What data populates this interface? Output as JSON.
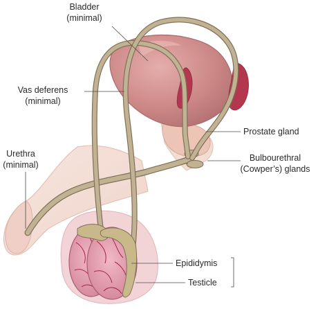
{
  "labels": {
    "bladder": [
      "Bladder",
      "(minimal)"
    ],
    "vas_deferens": [
      "Vas deferens",
      "(minimal)"
    ],
    "urethra": [
      "Urethra",
      "(minimal)"
    ],
    "prostate_gland": [
      "Prostate gland"
    ],
    "bulbourethral": [
      "Bulbourethral",
      "(Cowper’s) glands"
    ],
    "epididymis": [
      "Epididymis"
    ],
    "testicle": [
      "Testicle"
    ]
  },
  "colors": {
    "skin": "#f3ddd5",
    "skin_outline": "#e2c2b5",
    "bladder": "#c98384",
    "bladder_highlight": "#e6aaa9",
    "seminal_vesicle": "#b3384f",
    "prostate": "#ebc3b5",
    "duct": "#c2b294",
    "duct_outline": "#7f7058",
    "scrotum": "#f0ccd0",
    "testis": "#d98ea0",
    "testis_vessel": "#a5243b",
    "epididymis": "#c9b98a",
    "leader_line": "#4a4a4a",
    "text": "#2a2a2a"
  }
}
